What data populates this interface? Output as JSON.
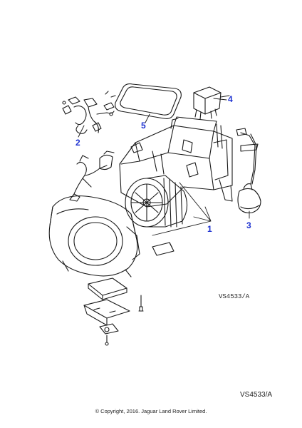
{
  "callouts": {
    "c1": "1",
    "c2": "2",
    "c3": "3",
    "c4": "4",
    "c5": "5"
  },
  "callout_color": "#1f33d1",
  "drawing_ref_inner": "VS4533/A",
  "drawing_ref_outer": "VS4533/A",
  "copyright": "© Copyright, 2016. Jaguar Land Rover Limited."
}
